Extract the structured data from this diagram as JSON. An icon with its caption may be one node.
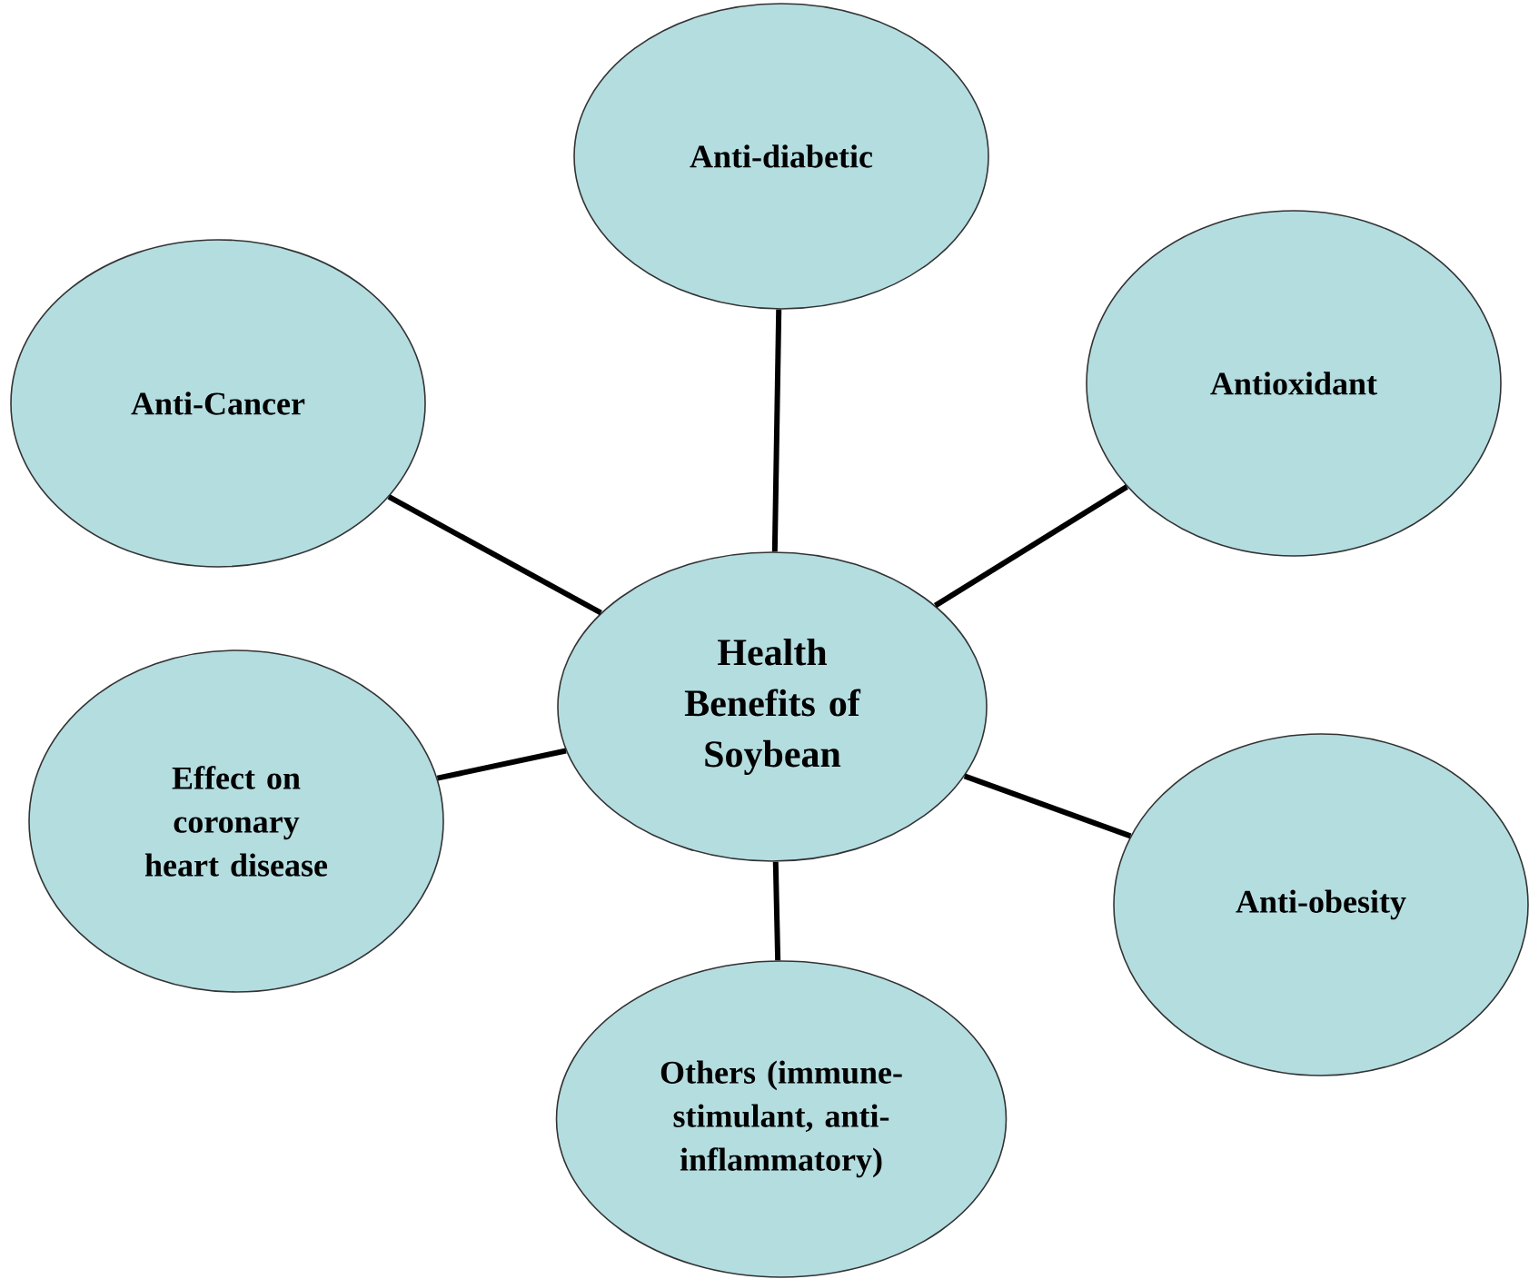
{
  "diagram": {
    "nodes": [
      {
        "text": [
          "Anti-diabetic"
        ]
      },
      {
        "text": [
          "Anti-Cancer"
        ]
      },
      {
        "text": [
          "Antioxidant"
        ]
      },
      {
        "text": [
          "Health Benefits of Soybean"
        ]
      },
      {
        "text": [
          "Effect on coronary heart disease"
        ]
      },
      {
        "text": [
          "Anti-obesity"
        ]
      },
      {
        "text": [
          "Others (immune-stimulant, anti-inflammatory)"
        ]
      }
    ],
    "edges": [
      {
        "from": 3,
        "to": 0,
        "arrow": "none"
      },
      {
        "from": 3,
        "to": 1,
        "arrow": "none"
      },
      {
        "from": 3,
        "to": 2,
        "arrow": "none"
      },
      {
        "from": 3,
        "to": 4,
        "arrow": "none"
      },
      {
        "from": 3,
        "to": 5,
        "arrow": "none"
      },
      {
        "from": 3,
        "to": 6,
        "arrow": "none"
      }
    ]
  }
}
